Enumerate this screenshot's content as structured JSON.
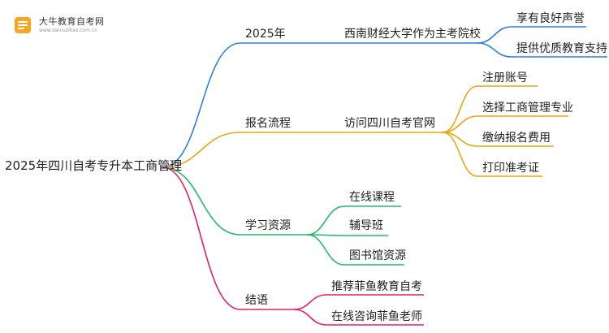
{
  "logo": {
    "name": "大牛教育自考网",
    "url": "www.daniuzikao.com.cn"
  },
  "mindmap": {
    "root": "2025年四川自考专升本工商管理",
    "branches": [
      {
        "label": "2025年",
        "color": "#2f7fe0",
        "children": [
          {
            "label": "西南财经大学作为主考院校",
            "children": [
              "享有良好声誉",
              "提供优质教育支持"
            ]
          }
        ]
      },
      {
        "label": "报名流程",
        "color": "#e8a70d",
        "children": [
          {
            "label": "访问四川自考官网",
            "children": [
              "注册账号",
              "选择工商管理专业",
              "缴纳报名费用",
              "打印准考证"
            ]
          }
        ]
      },
      {
        "label": "学习资源",
        "color": "#22bb6a",
        "children": [
          {
            "label": "在线课程",
            "children": []
          },
          {
            "label": "辅导班",
            "children": []
          },
          {
            "label": "图书馆资源",
            "children": []
          }
        ]
      },
      {
        "label": "结语",
        "color": "#e0206a",
        "children": [
          {
            "label": "推荐菲鱼教育自考",
            "children": []
          },
          {
            "label": "在线咨询菲鱼老师",
            "children": []
          }
        ]
      }
    ]
  }
}
